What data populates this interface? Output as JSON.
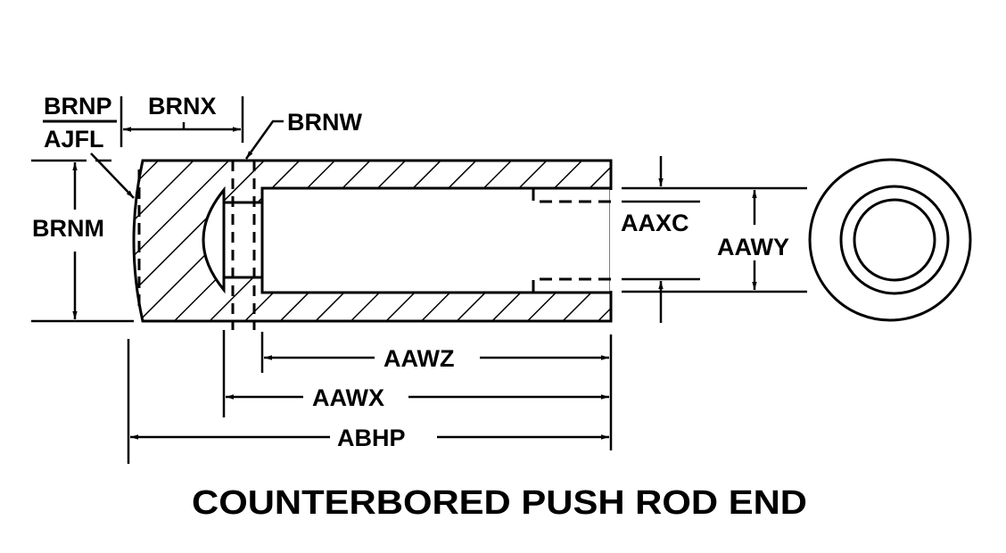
{
  "title": "COUNTERBORED PUSH ROD END",
  "colors": {
    "ink": "#000000",
    "background": "#ffffff"
  },
  "labels": {
    "brnp": "BRNP",
    "ajfl": "AJFL",
    "brnx": "BRNX",
    "brnw": "BRNW",
    "brnm": "BRNM",
    "aaxc": "AAXC",
    "aawy": "AAWY",
    "aawz": "AAWZ",
    "aawx": "AAWX",
    "abhp": "ABHP"
  },
  "views": [
    "side-section-view",
    "end-view"
  ]
}
